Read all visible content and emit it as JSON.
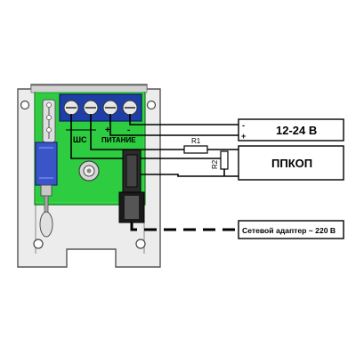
{
  "board": {
    "label_shs": "ШС",
    "label_power": "ПИТАНИЕ",
    "plus": "+",
    "minus": "-"
  },
  "resistors": {
    "r1": "R1",
    "r2": "R2"
  },
  "power_box": {
    "label": "12-24 В",
    "minus": "-",
    "plus": "+"
  },
  "panel_box": {
    "label": "ППКОП"
  },
  "adapter_box": {
    "label": "Сетевой адаптер ~ 220 В"
  },
  "colors": {
    "board": "#2ecc40",
    "terminal": "#1f3fa8",
    "switch": "#3a55c8",
    "wire": "#000000",
    "housing": "#e6e6e6"
  }
}
